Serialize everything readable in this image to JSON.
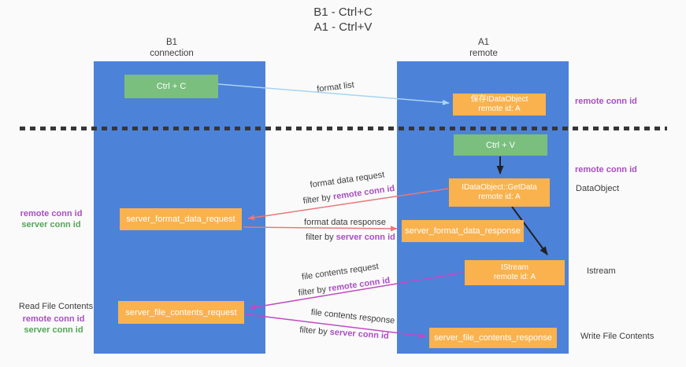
{
  "title": {
    "line1": "B1 - Ctrl+C",
    "line2": "A1 - Ctrl+V"
  },
  "lanes": {
    "b1": {
      "name": "B1",
      "subtitle": "connection"
    },
    "a1": {
      "name": "A1",
      "subtitle": "remote"
    }
  },
  "nodes": {
    "ctrl_c": "Ctrl + C",
    "save_idataobject": {
      "line1": "保存IDataObject",
      "line2": "remote id: A"
    },
    "ctrl_v": "Ctrl + V",
    "getdata": {
      "line1": "IDataObject::GetData",
      "line2": "remote id: A"
    },
    "format_request": "server_format_data_request",
    "format_response": "server_format_data_response",
    "istream": {
      "line1": "IStream",
      "line2": "remote id: A"
    },
    "file_request": "server_file_contents_request",
    "file_response": "server_file_contents_response"
  },
  "edges": {
    "format_list": "format list",
    "format_data_request": "format data request",
    "format_data_response": "format data response",
    "file_contents_request": "file contents request",
    "file_contents_response": "file contents response",
    "filter_by": "filter by ",
    "remote_conn_id": "remote conn id",
    "server_conn_id": "server conn id"
  },
  "side_labels": {
    "remote_conn_id_top": "remote conn id",
    "remote_conn_id_mid": "remote conn id",
    "dataobject": "DataObject",
    "istream": "Istream",
    "write_file_contents": "Write File Contents",
    "read_file_contents": "Read File Contents",
    "left_remote_conn_id_1": "remote conn id",
    "left_server_conn_id_1": "server conn id",
    "left_remote_conn_id_2": "remote conn id",
    "left_server_conn_id_2": "server conn id"
  },
  "colors": {
    "lane_blue": "#4d82d9",
    "box_green": "#7abf7e",
    "box_orange": "#f9b24e",
    "arrow_light_blue": "#a9d3f2",
    "arrow_red": "#e87878",
    "arrow_magenta": "#c447c4",
    "arrow_black": "#222222",
    "text_purple": "#a84fc0",
    "text_green": "#53a656",
    "text_dark": "#3c3c3c",
    "background": "#fafafa"
  }
}
